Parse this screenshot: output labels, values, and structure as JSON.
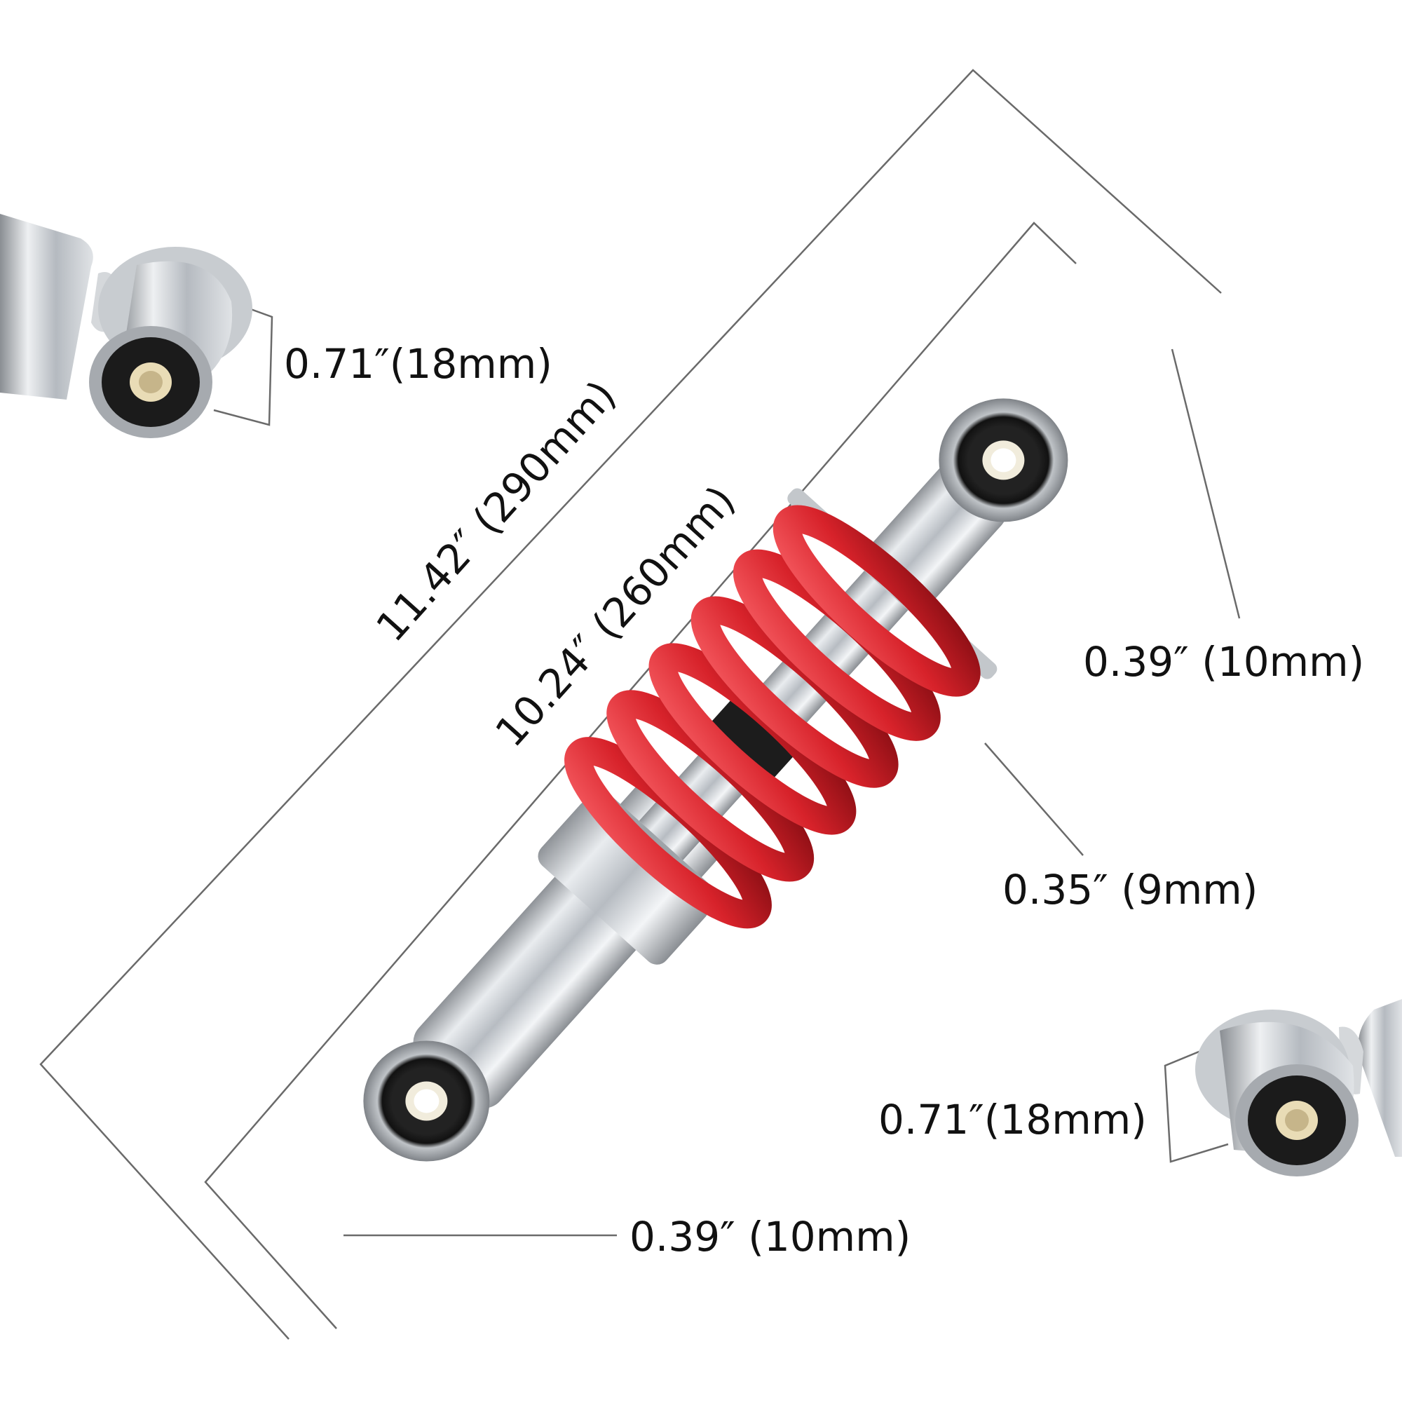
{
  "dimensions": {
    "total_length": "11.42″ (290mm)",
    "spring_length": "10.24″ (260mm)",
    "eye_width_top": "0.71″(18mm)",
    "eye_width_bottom": "0.71″(18mm)",
    "bore_top": "0.39″ (10mm)",
    "bore_bottom": "0.39″ (10mm)",
    "wire_diameter": "0.35″ (9mm)"
  },
  "colors": {
    "spring_red": "#d7222a",
    "chrome": "#c9ccd1",
    "background": "#ffffff"
  }
}
